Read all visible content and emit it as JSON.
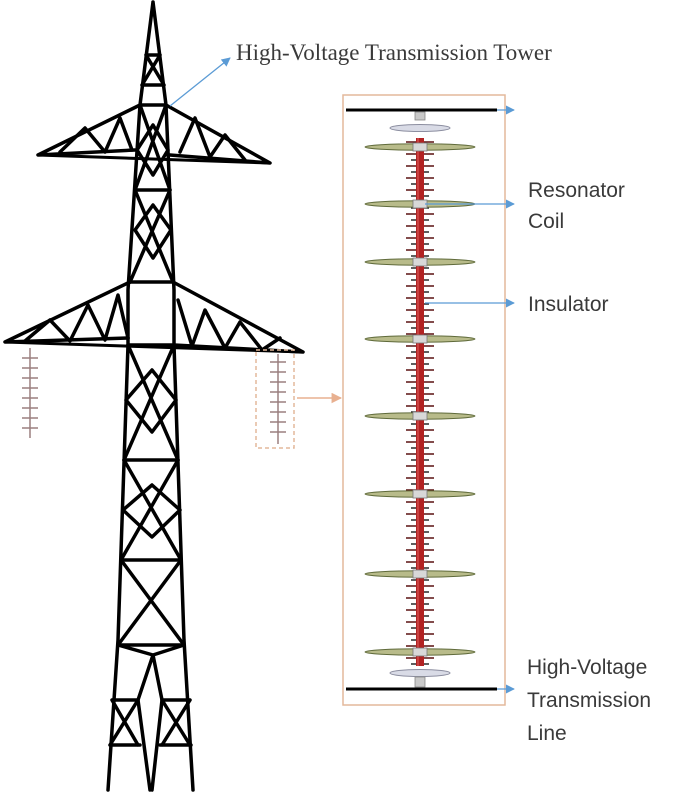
{
  "labels": {
    "tower": "High-Voltage Transmission Tower",
    "resonator_line1": "Resonator",
    "resonator_line2": "Coil",
    "insulator": "Insulator",
    "line_line1": "High-Voltage",
    "line_line2": "Transmission",
    "line_line3": "Line"
  },
  "colors": {
    "structure": "#000000",
    "arrow": "#5b9bd5",
    "inset_border": "#e3b99b",
    "insulator_rod": "#b22222",
    "coil": "#b8bb8a",
    "text": "#3a3a3a"
  }
}
